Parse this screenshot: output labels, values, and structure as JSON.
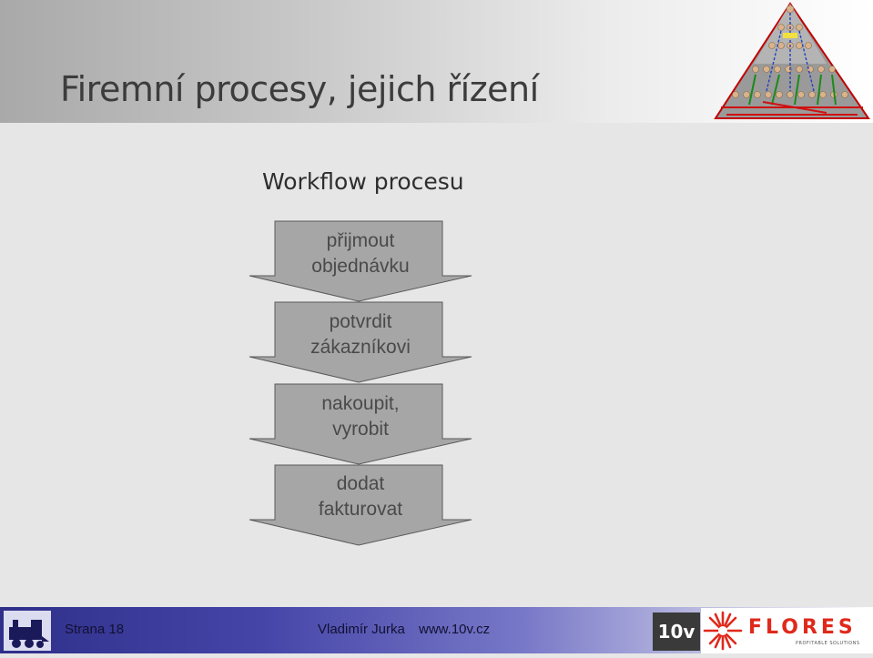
{
  "slide": {
    "title": "Firemní procesy, jejich řízení",
    "subtitle": "Workflow procesu"
  },
  "workflow": {
    "steps": [
      {
        "line1": "přijmout",
        "line2": "objednávku"
      },
      {
        "line1": "potvrdit",
        "line2": "zákazníkovi"
      },
      {
        "line1": "nakoupit,",
        "line2": "vyrobit"
      },
      {
        "line1": "dodat",
        "line2": "fakturovat"
      }
    ]
  },
  "footer": {
    "page": "Strana 18",
    "author": "Vladimír Jurka",
    "website": "www.10v.cz",
    "brand_short": "10v",
    "brand_logo": "FLORES",
    "brand_tagline": "PROFITABLE SOLUTIONS"
  },
  "colors": {
    "arrow_fill": "#a6a6a6",
    "arrow_stroke": "#5a5a5a",
    "footer_blue": "#2f2f8a",
    "flores_red": "#e0291b"
  }
}
